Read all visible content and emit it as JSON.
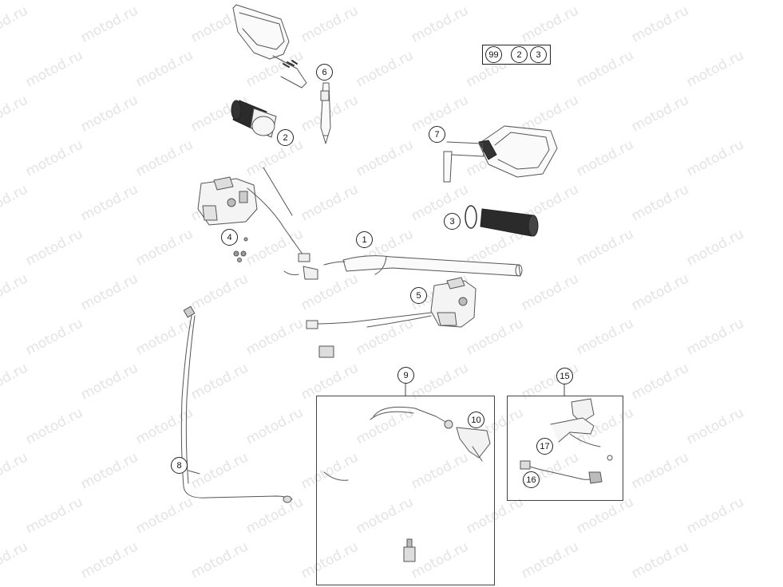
{
  "watermark": {
    "text": "motod.ru",
    "color": "#e3e3e3"
  },
  "callouts": [
    {
      "id": "part-1",
      "label": "1"
    },
    {
      "id": "part-2",
      "label": "2"
    },
    {
      "id": "part-3",
      "label": "3"
    },
    {
      "id": "part-4",
      "label": "4"
    },
    {
      "id": "part-5",
      "label": "5"
    },
    {
      "id": "part-6",
      "label": "6"
    },
    {
      "id": "part-7",
      "label": "7"
    },
    {
      "id": "part-8",
      "label": "8"
    },
    {
      "id": "part-9",
      "label": "9"
    },
    {
      "id": "part-10",
      "label": "10"
    },
    {
      "id": "part-15",
      "label": "15"
    },
    {
      "id": "part-16",
      "label": "16"
    },
    {
      "id": "part-17",
      "label": "17"
    }
  ],
  "kit": {
    "label": "99",
    "includes": [
      "2",
      "3"
    ]
  }
}
